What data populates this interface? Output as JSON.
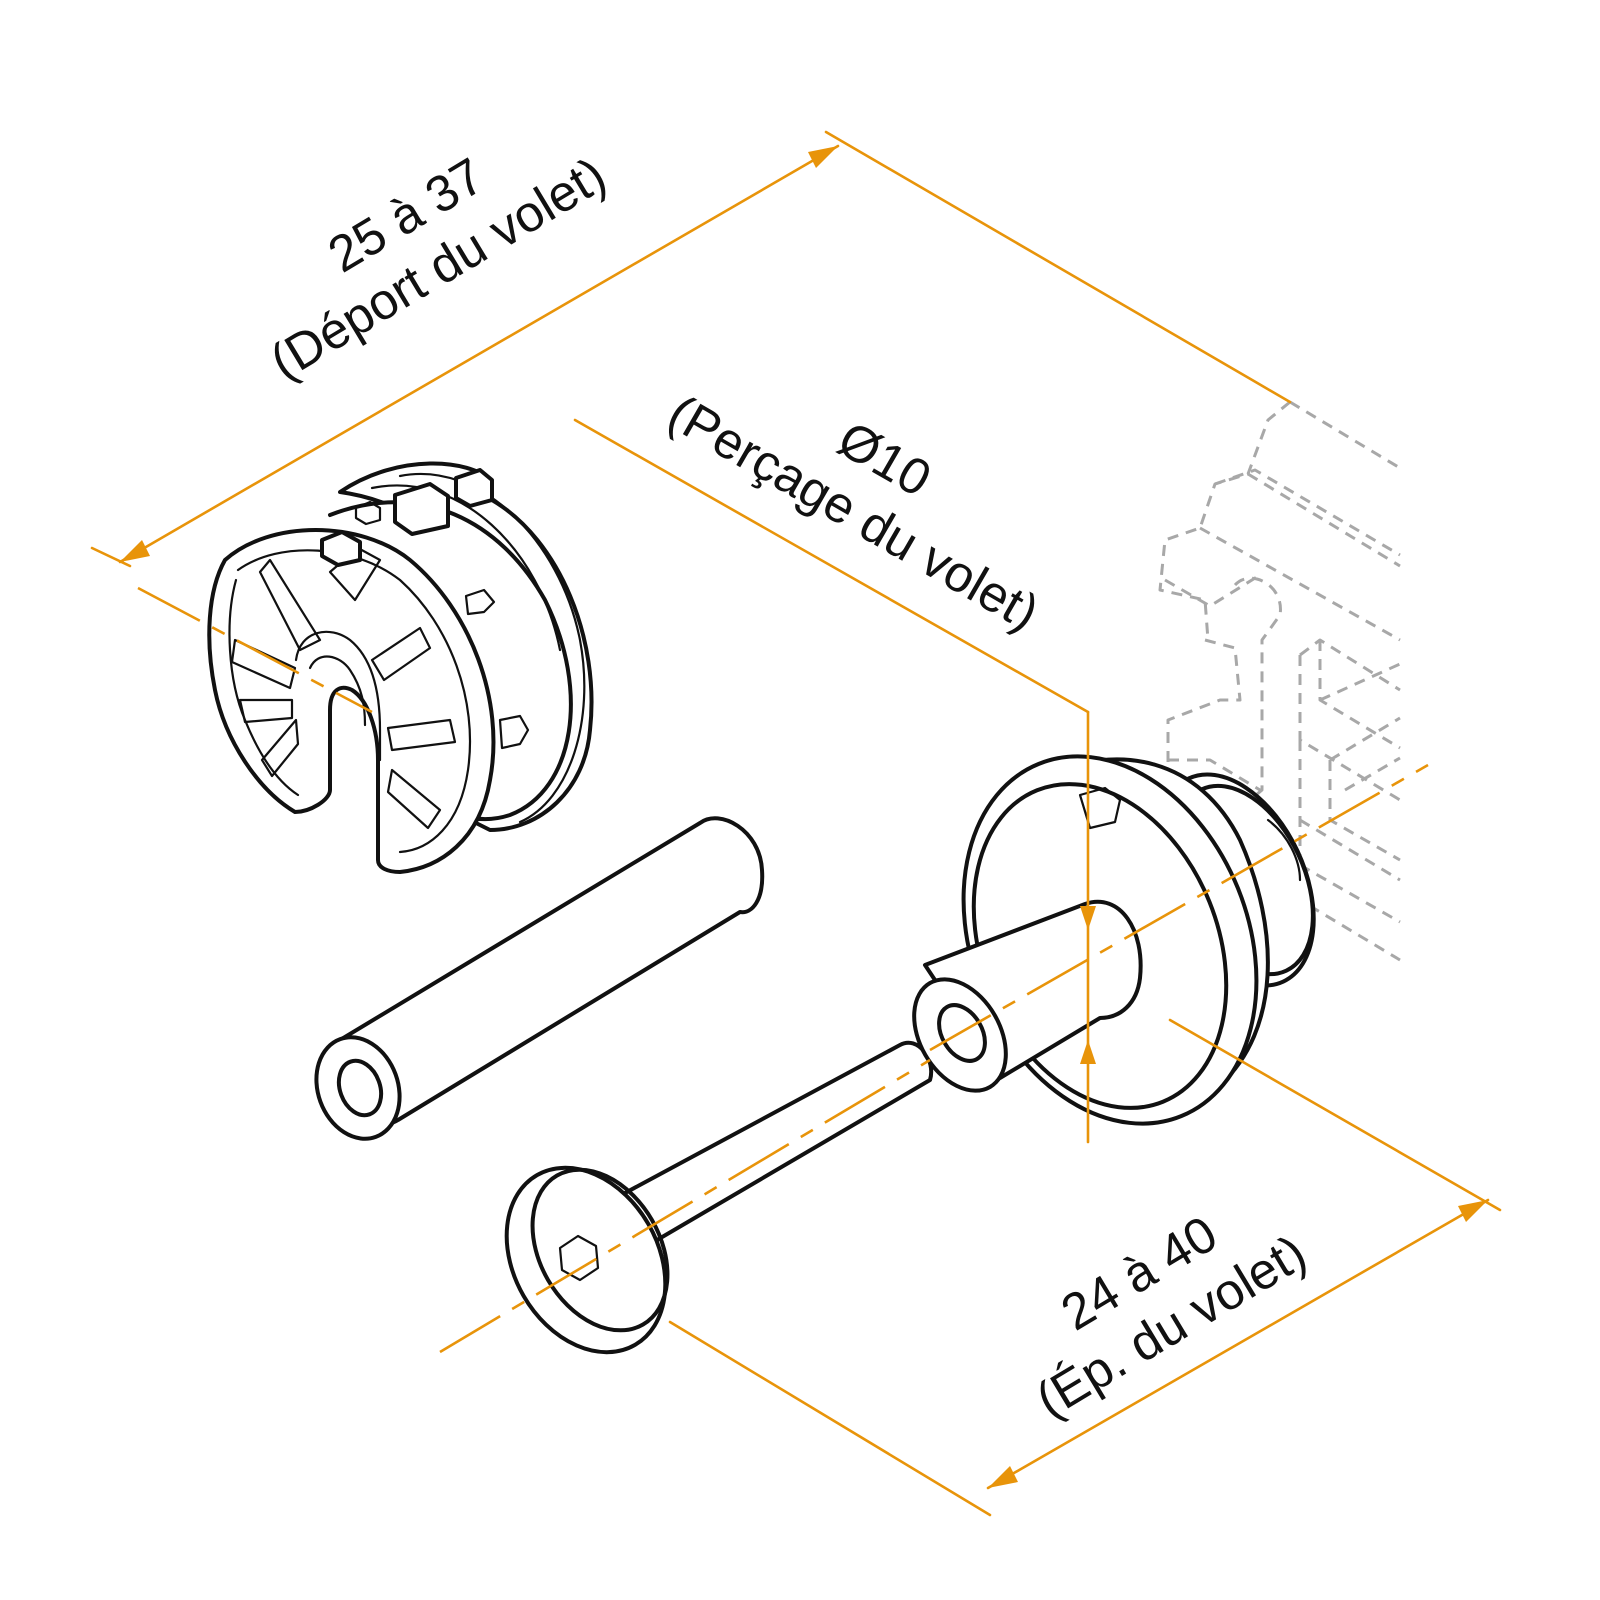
{
  "colors": {
    "ink": "#111111",
    "dimension": "#e8940a",
    "ghost": "#a8a8a8",
    "background": "#ffffff"
  },
  "dimensions": {
    "offset": {
      "value": "25 à 37",
      "caption": "(Déport du volet)"
    },
    "bore": {
      "value": "Ø10",
      "caption": "(Perçage du volet)"
    },
    "thickness": {
      "value": "24 à 40",
      "caption": "(Ép. du volet)"
    }
  },
  "parts": [
    "cam-housing",
    "dowel-pin",
    "shouldered-bolt",
    "flanged-bushing",
    "furniture-panel-ghost"
  ]
}
